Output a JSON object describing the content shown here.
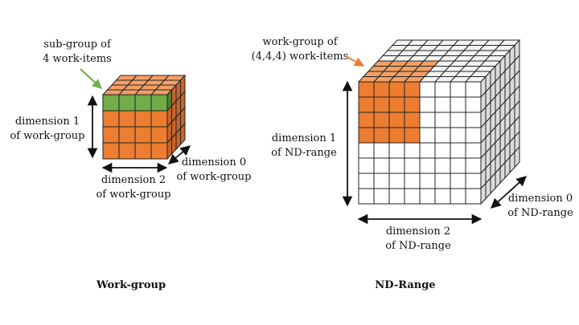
{
  "colors": {
    "orange": "#ED7D31",
    "orange_top": "#F4A064",
    "orange_side": "#C9652A",
    "green": "#70AD47",
    "green_side": "#4F7F30",
    "white_front": "#FFFFFF",
    "white_top": "#F4F4F4",
    "white_side": "#DCDCDC",
    "grid_line": "#222222",
    "arrow": "#111111",
    "callout_green": "#70AD47",
    "callout_orange": "#ED7D31"
  },
  "workgroup": {
    "subgroup_line1": "sub-group of",
    "subgroup_line2": "4 work-items",
    "dim1_line1": "dimension 1",
    "dim1_line2": "of work-group",
    "dim2_line1": "dimension 2",
    "dim2_line2": "of work-group",
    "dim0_line1": "dimension 0",
    "dim0_line2": "of work-group",
    "caption": "Work-group",
    "cube_size": [
      4,
      4,
      4
    ]
  },
  "ndrange": {
    "wg_line1": "work-group of",
    "wg_line2": "(4,4,4) work-items",
    "dim1_line1": "dimension 1",
    "dim1_line2": "of ND-range",
    "dim2_line1": "dimension 2",
    "dim2_line2": "of ND-range",
    "dim0_line1": "dimension 0",
    "dim0_line2": "of ND-range",
    "caption": "ND-Range",
    "cube_size": [
      8,
      8,
      8
    ]
  }
}
